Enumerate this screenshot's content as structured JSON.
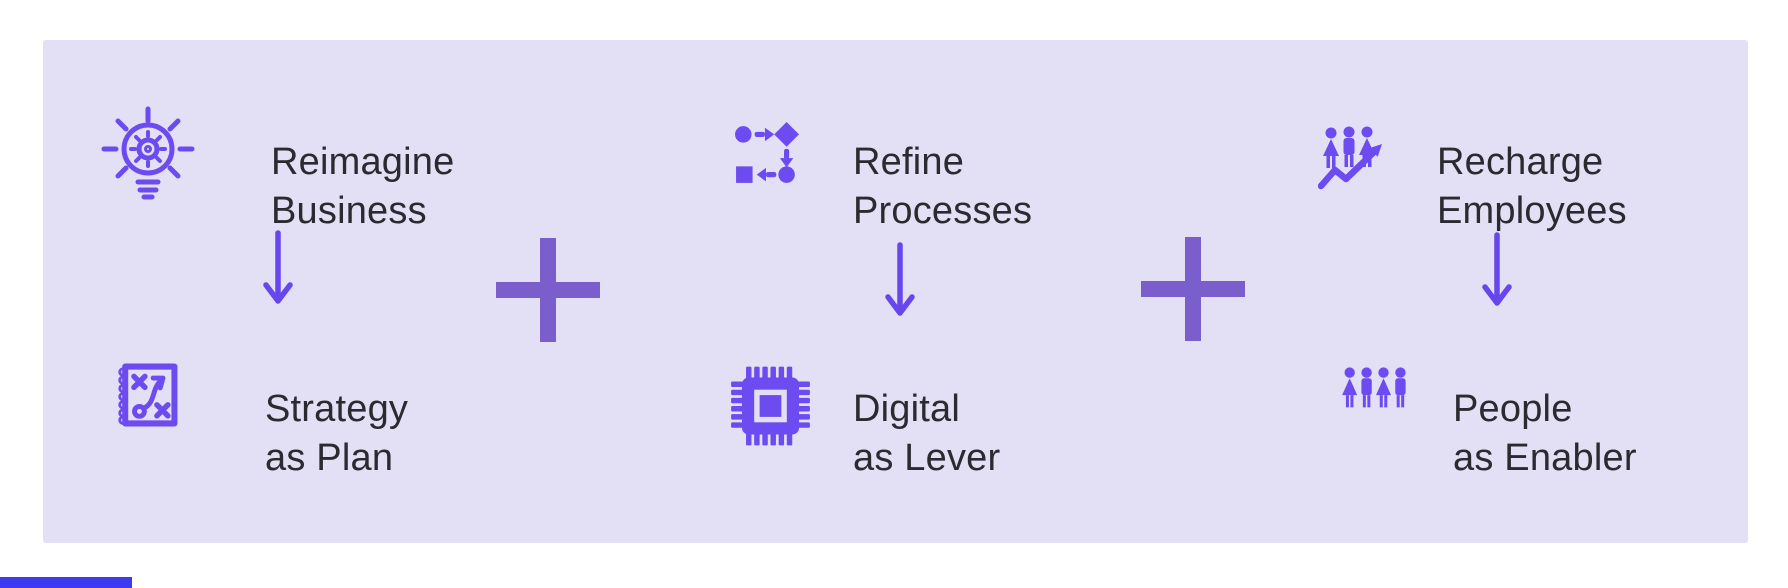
{
  "title": "Reimagine Business + Refine Processes + Recharge Employees diagram",
  "colors": {
    "page_bg": "#ffffff",
    "panel_bg": "#e3dff4",
    "icon_violet": "#6c4bf0",
    "arrow_violet": "#6746ee",
    "plus_purple": "#7a5fcc",
    "text_dark": "#2a2a30",
    "progress_blue": "#3c3bf2"
  },
  "operators": {
    "plus_symbol": "+"
  },
  "columns": [
    {
      "top": {
        "icon": "innovation-lightbulb-gear-icon",
        "line1": "Reimagine",
        "line2": "Business"
      },
      "bottom": {
        "icon": "strategy-playbook-icon",
        "line1": "Strategy",
        "line2": "as Plan"
      }
    },
    {
      "top": {
        "icon": "process-flowchart-icon",
        "line1": "Refine",
        "line2": "Processes"
      },
      "bottom": {
        "icon": "cpu-chip-icon",
        "line1": "Digital",
        "line2": "as Lever"
      }
    },
    {
      "top": {
        "icon": "team-growth-icon",
        "line1": "Recharge",
        "line2": "Employees"
      },
      "bottom": {
        "icon": "people-group-icon",
        "line1": "People",
        "line2": "as Enabler"
      }
    }
  ]
}
